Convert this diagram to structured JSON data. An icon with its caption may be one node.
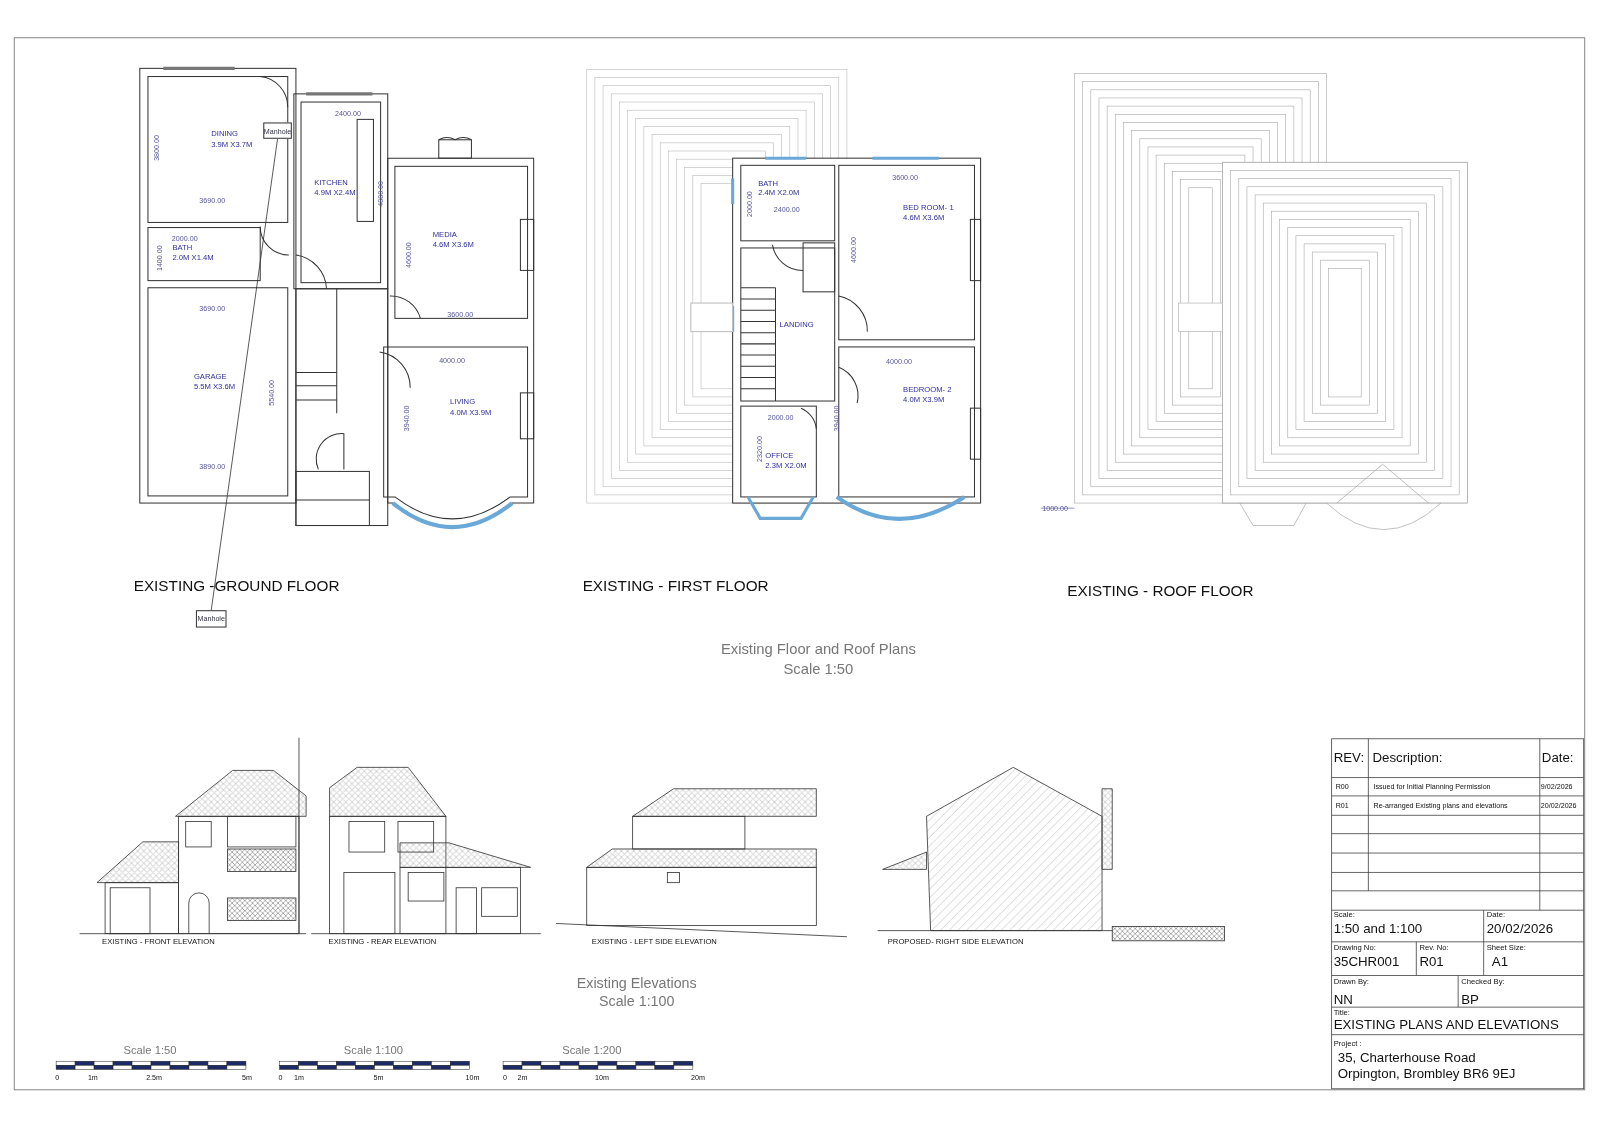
{
  "diagram": {
    "nodes": [
      {
        "text": [
          "Manhole"
        ]
      },
      {
        "text": [
          "Manhole"
        ]
      }
    ],
    "edges": [
      {
        "from": 0,
        "to": 1,
        "arrow": "none"
      }
    ],
    "labels": [
      "DINING",
      "3.9M X3.7M",
      "3800.00",
      "3690.00",
      "KITCHEN",
      "4.9M X2.4M",
      "2400.00",
      "4880.00",
      "BATH",
      "2.0M X1.4M",
      "2000.00",
      "1400.00",
      "MEDIA",
      "4.6M X3.6M",
      "4600.00",
      "3600.00",
      "3690.00",
      "GARAGE",
      "5.5M X3.6M",
      "5540.00",
      "4000.00",
      "LIVING",
      "4.0M X3.9M",
      "3940.00",
      "3890.00",
      "EXISTING -GROUND FLOOR",
      "BATH",
      "2.4M X2.0M",
      "2000.00",
      "2400.00",
      "3600.00",
      "BED ROOM- 1",
      "4.6M X3.6M",
      "4600.00",
      "LANDING",
      "4000.00",
      "BEDROOM- 2",
      "4.0M X3.9M",
      "3940.00",
      "2000.00",
      "OFFICE",
      "2.3M X2.0M",
      "2320.00",
      "EXISTING - FIRST FLOOR",
      "1000.00",
      "EXISTING - ROOF FLOOR",
      "Existing Floor and Roof Plans",
      "Scale 1:50",
      "EXISTING - FRONT ELEVATION",
      "EXISTING - REAR ELEVATION",
      "EXISTING - LEFT SIDE ELEVATION",
      "PROPOSED- RIGHT SIDE ELEVATION",
      "Existing Elevations",
      "Scale 1:100",
      "Scale 1:50",
      "0",
      "1m",
      "2.5m",
      "5m",
      "Scale 1:100",
      "0",
      "1m",
      "5m",
      "10m",
      "Scale 1:200",
      "0",
      "2m",
      "10m",
      "20m",
      "REV:",
      "Description:",
      "Date:",
      "R00",
      "Issued for Initial Planning Permission",
      "9/02/2026",
      "R01",
      "Re-arranged Existing plans and elevations",
      "20/02/2026",
      "Scale:",
      "1:50 and 1:100",
      "Date:",
      "20/02/2026",
      "Drawing No:",
      "35CHR001",
      "Rev. No:",
      "R01",
      "Sheet Size:",
      "A1",
      "Drawn By:",
      "NN",
      "Checked By:",
      "BP",
      "Title:",
      "EXISTING PLANS AND ELEVATIONS",
      "Project :",
      "35, Charterhouse Road Orpington, Brombley BR6 9EJ"
    ]
  }
}
